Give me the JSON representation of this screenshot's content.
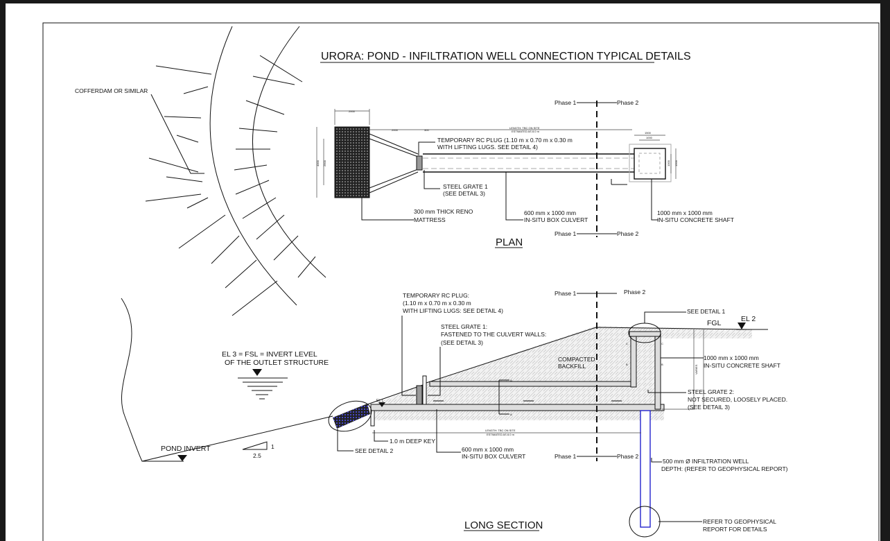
{
  "title": "URORA: POND - INFILTRATION WELL CONNECTION TYPICAL DETAILS",
  "plan": {
    "heading": "PLAN",
    "cofferdam": "COFFERDAM OR SIMILAR",
    "phase1": "Phase 1",
    "phase2": "Phase 2",
    "plug_line1": "TEMPORARY RC PLUG (1.10 m x 0.70 m x 0.30 m",
    "plug_line2": "WITH LIFTING LUGS. SEE DETAIL 4)",
    "grate_line1": "STEEL GRATE 1",
    "grate_line2": "(SEE DETAIL 3)",
    "reno_line1": "300 mm THICK RENO",
    "reno_line2": "MATTRESS",
    "culvert_line1": "600 mm x 1000 mm",
    "culvert_line2": "IN-SITU BOX CULVERT",
    "shaft_line1": "1000 mm x 1000 mm",
    "shaft_line2": "IN-SITU CONCRETE SHAFT",
    "dims": {
      "reno_width": "2000",
      "wing_length": "2000",
      "plug": "300",
      "length_line1": "LENGTH: TBC ON SITE",
      "length_line2": "ESTIMATED AS 8.0 m",
      "shaft_outer": "1500",
      "shaft_inner": "1000",
      "reno_height": "4000",
      "wing_height": "2500",
      "shaft_inner_v": "1000",
      "shaft_outer_v": "1500"
    }
  },
  "section": {
    "heading": "LONG SECTION",
    "phase1": "Phase 1",
    "phase2": "Phase 2",
    "plug_line1": "TEMPORARY RC PLUG:",
    "plug_line2": "(1.10 m x 0.70 m x 0.30 m",
    "plug_line3": "WITH LIFTING LUGS: SEE DETAIL 4)",
    "grate1_line1": "STEEL GRATE 1:",
    "grate1_line2": "FASTENED TO THE CULVERT WALLS:",
    "grate1_line3": "(SEE DETAIL 3)",
    "backfill_line1": "COMPACTED",
    "backfill_line2": "BACKFILL",
    "see_detail1": "SEE DETAIL 1",
    "fgl": "FGL",
    "el2": "EL 2",
    "el1": "EL 1",
    "shaft_line1": "1000 mm x 1000 mm",
    "shaft_line2": "IN-SITU CONCRETE SHAFT",
    "grate2_line1": "STEEL GRATE 2:",
    "grate2_line2": "NOT SECURED, LOOSELY PLACED.",
    "grate2_line3": "(SEE DETAIL 3)",
    "el3_line1": "EL 3 = FSL = INVERT LEVEL",
    "el3_line2": "OF THE OUTLET STRUCTURE",
    "pond_invert": "POND INVERT",
    "slope_v": "1",
    "slope_h": "2.5",
    "deep_key": "1.0 m DEEP KEY",
    "see_detail2": "SEE DETAIL 2",
    "culvert_line1": "600 mm x 1000 mm",
    "culvert_line2": "IN-SITU BOX CULVERT",
    "well_line1": "500 mm Ø INFILTRATION WELL",
    "well_line2": "DEPTH: (REFER TO GEOPHYSICAL REPORT)",
    "geo_line1": "REFER TO GEOPHYSICAL",
    "geo_line2": "REPORT FOR DETAILS",
    "length_line1": "LENGTH: TBC ON SITE",
    "length_line2": "ESTIMATED AS 8.0 m",
    "varies": "VARIES",
    "sec_a": "A",
    "sec_b": "B",
    "sec_c": "C"
  },
  "colors": {
    "well": "#2222cc",
    "reno": "#222222",
    "backfill": "#e4e4e4"
  }
}
